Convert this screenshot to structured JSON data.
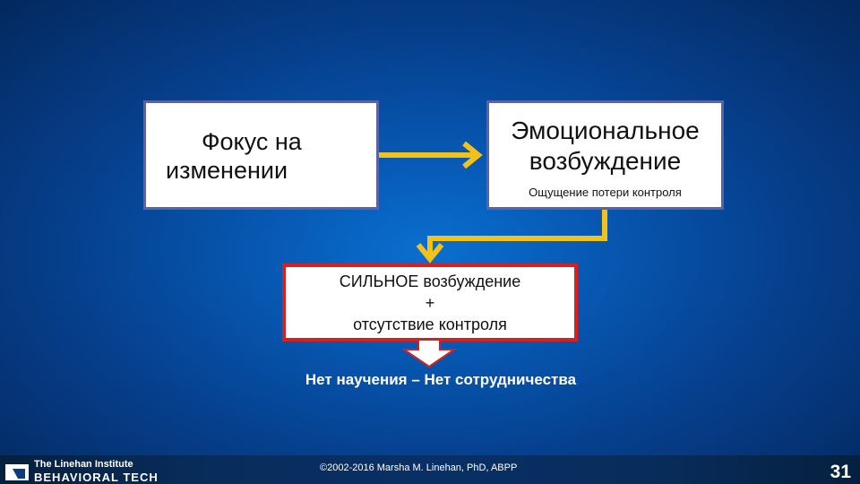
{
  "colors": {
    "background": "#0756b0",
    "box_border": "#5a63a8",
    "strong_box_border": "#d8201f",
    "connector": "#f2c21b",
    "down_arrow_fill": "#ffffff",
    "down_arrow_stroke": "#d8201f"
  },
  "diagram": {
    "focus_box": {
      "line1": "Фокус на",
      "line2": "изменении"
    },
    "arousal_box": {
      "title": "Эмоциональное возбуждение",
      "subtitle": "Ощущение потери контроля"
    },
    "strong_box": {
      "line1": "СИЛЬНОЕ возбуждение",
      "line2": "+",
      "line3": "отсутствие контроля"
    },
    "result": "Нет научения – Нет сотрудничества"
  },
  "footer": {
    "logo_line1": "The Linehan Institute",
    "logo_line2": "BEHAVIORAL TECH",
    "copyright": "©2002-2016 Marsha M. Linehan, PhD, ABPP",
    "page_number": "31"
  }
}
